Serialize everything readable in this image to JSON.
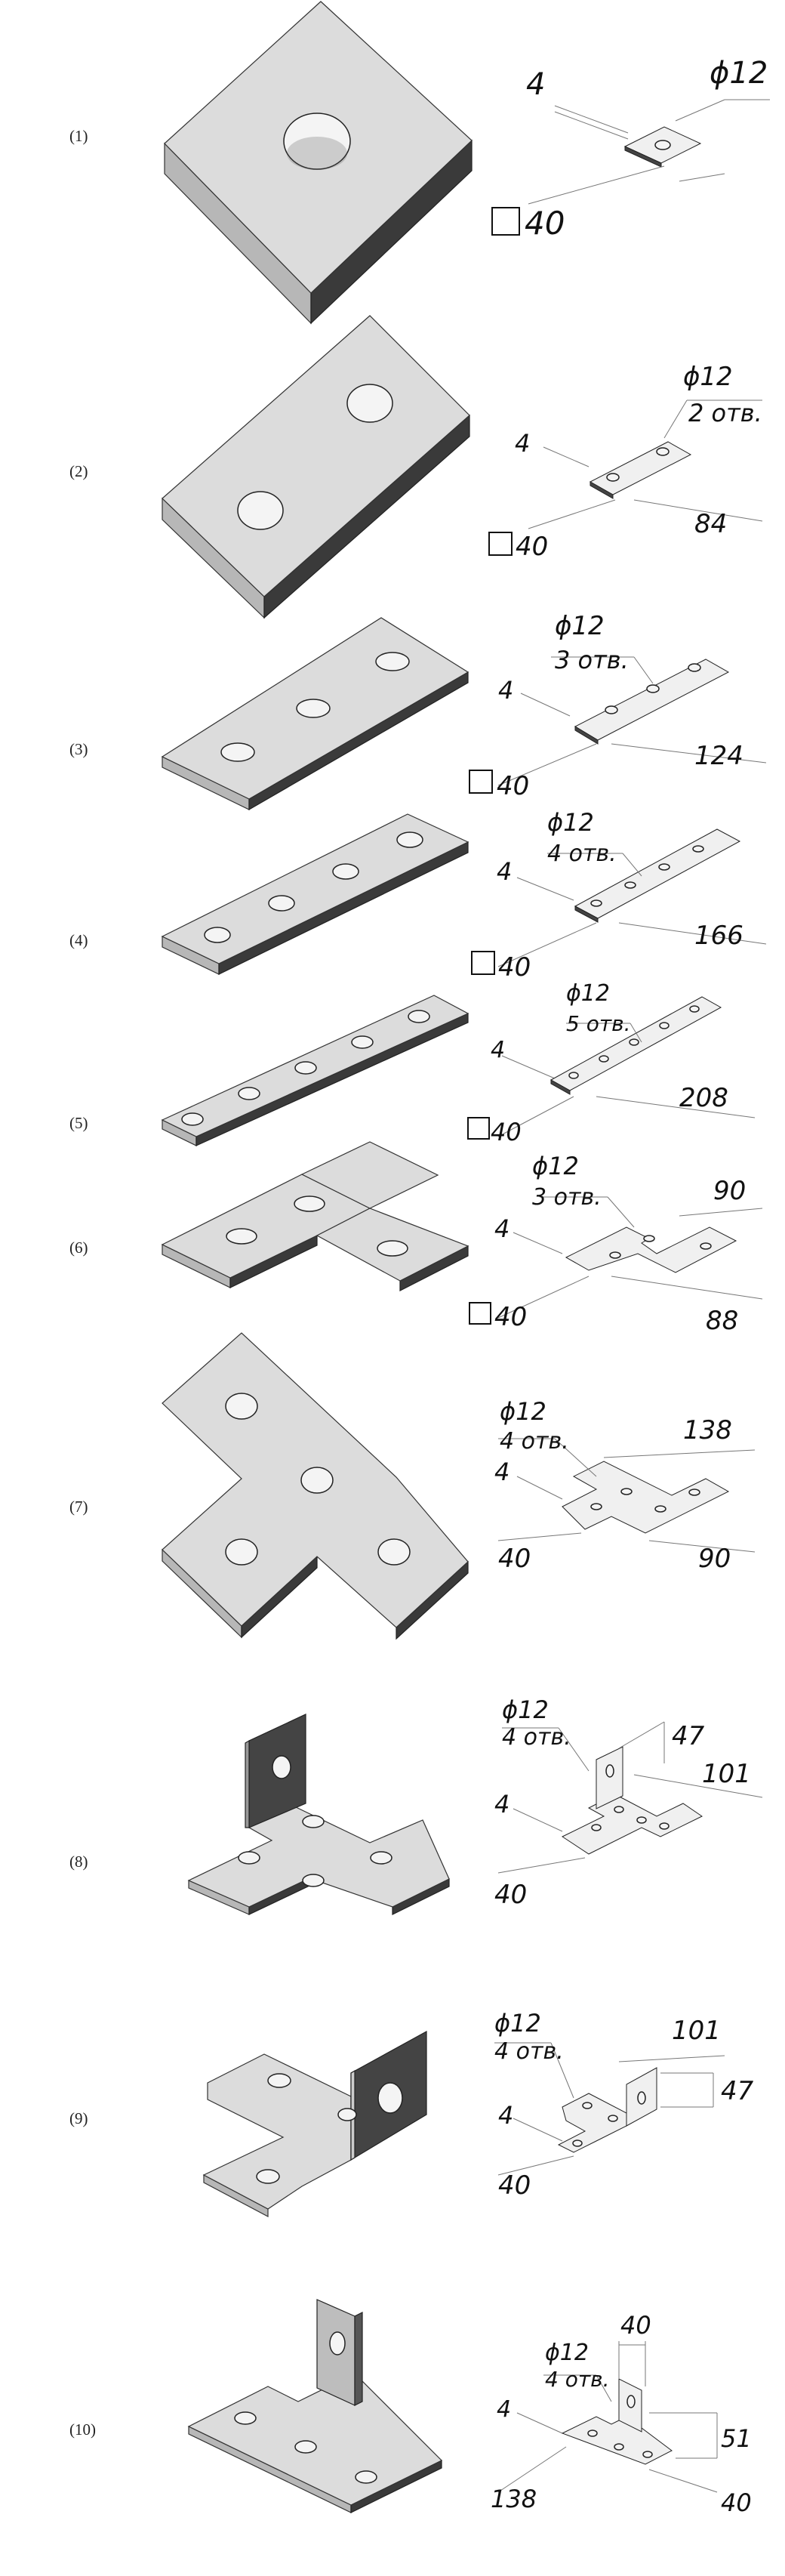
{
  "items": [
    {
      "label": "(1)",
      "thickness": "4",
      "hole": "ϕ12",
      "holes_note": "",
      "dims": [
        "40"
      ]
    },
    {
      "label": "(2)",
      "thickness": "4",
      "hole": "ϕ12",
      "holes_note": "2 отв.",
      "dims": [
        "40",
        "84"
      ]
    },
    {
      "label": "(3)",
      "thickness": "4",
      "hole": "ϕ12",
      "holes_note": "3 отв.",
      "dims": [
        "40",
        "124"
      ]
    },
    {
      "label": "(4)",
      "thickness": "4",
      "hole": "ϕ12",
      "holes_note": "4 отв.",
      "dims": [
        "40",
        "166"
      ]
    },
    {
      "label": "(5)",
      "thickness": "4",
      "hole": "ϕ12",
      "holes_note": "5 отв.",
      "dims": [
        "40",
        "208"
      ]
    },
    {
      "label": "(6)",
      "thickness": "4",
      "hole": "ϕ12",
      "holes_note": "3 отв.",
      "dims": [
        "40",
        "90",
        "88"
      ]
    },
    {
      "label": "(7)",
      "thickness": "4",
      "hole": "ϕ12",
      "holes_note": "4 отв.",
      "dims": [
        "138",
        "40",
        "90"
      ]
    },
    {
      "label": "(8)",
      "thickness": "4",
      "hole": "ϕ12",
      "holes_note": "4 отв.",
      "dims": [
        "47",
        "101",
        "40"
      ]
    },
    {
      "label": "(9)",
      "thickness": "4",
      "hole": "ϕ12",
      "holes_note": "4 отв.",
      "dims": [
        "101",
        "47",
        "40"
      ]
    },
    {
      "label": "(10)",
      "thickness": "4",
      "hole": "ϕ12",
      "holes_note": "4 отв.",
      "dims": [
        "40",
        "51",
        "138",
        "40"
      ]
    }
  ],
  "icons": {
    "square_symbol": "square-dimension-icon"
  }
}
